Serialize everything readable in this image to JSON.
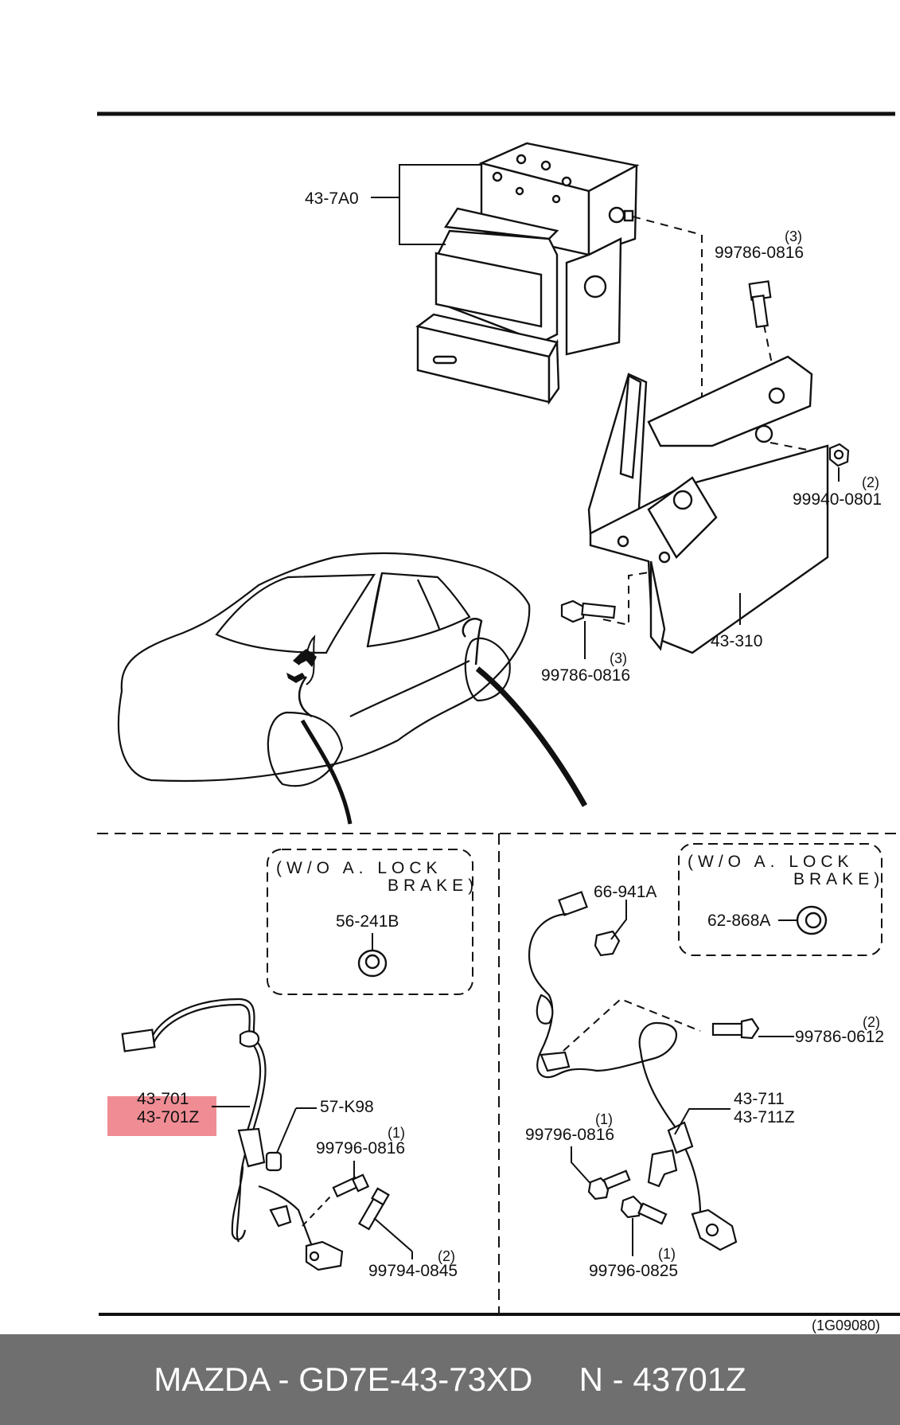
{
  "diagram": {
    "labels": {
      "hu_cm_unit": "43-7A0",
      "bolt_upper": "99786-0816",
      "bolt_upper_qty": "(3)",
      "nut": "99940-0801",
      "nut_qty": "(2)",
      "bracket": "43-310",
      "bolt_lower": "99786-0816",
      "bolt_lower_qty": "(3)",
      "front_plug": "56-241B",
      "front_sensor_a": "43-701",
      "front_sensor_b": "43-701Z",
      "front_clip": "57-K98",
      "front_bolt_a": "99796-0816",
      "front_bolt_a_qty": "(1)",
      "front_bolt_b": "99794-0845",
      "front_bolt_b_qty": "(2)",
      "rear_clip": "66-941A",
      "rear_plug": "62-868A",
      "rear_bolt_a": "99786-0612",
      "rear_bolt_a_qty": "(2)",
      "rear_sensor_a": "43-711",
      "rear_sensor_b": "43-711Z",
      "rear_bolt_b": "99796-0816",
      "rear_bolt_b_qty": "(1)",
      "rear_bolt_c": "99796-0825",
      "rear_bolt_c_qty": "(1)",
      "front_note_line1": "(W/O A. LOCK",
      "front_note_line2": "BRAKE)",
      "rear_note_line1": "(W/O A. LOCK",
      "rear_note_line2": "BRAKE)",
      "diagram_code": "(1G09080)"
    },
    "highlight_color": "#f08c94"
  },
  "footer": {
    "text": "MAZDA - GD7E-43-73XD     N - 43701Z"
  }
}
